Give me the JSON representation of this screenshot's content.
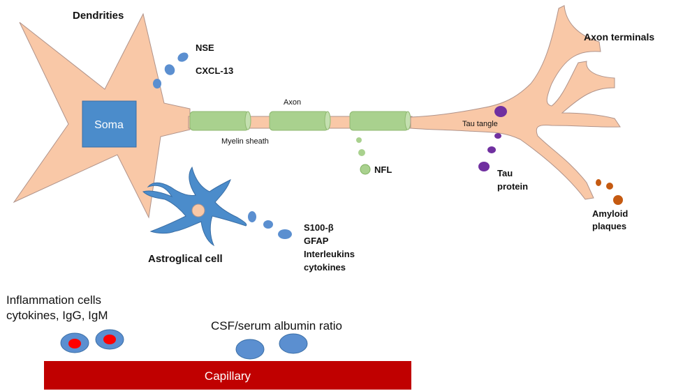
{
  "labels": {
    "dendrities": "Dendrities",
    "soma": "Soma",
    "nse": "NSE",
    "cxcl13": "CXCL-13",
    "axon": "Axon",
    "myelin_sheath": "Myelin sheath",
    "nfl": "NFL",
    "axon_terminals": "Axon terminals",
    "tau_tangle": "Tau tangle",
    "tau_protein_1": "Tau",
    "tau_protein_2": "protein",
    "amyloid_1": "Amyloid",
    "amyloid_2": "plaques",
    "astroglical_cell": "Astroglical cell",
    "s100b": "S100-β",
    "gfap": "GFAP",
    "interleukins": "Interleukins",
    "cytokines": "cytokines",
    "inflammation_1": "Inflammation cells",
    "inflammation_2": "cytokines, IgG, IgM",
    "csf_ratio": "CSF/serum albumin ratio",
    "capillary": "Capillary"
  },
  "colors": {
    "neuron": "#f9c8a7",
    "neuron_stroke": "#b0938a",
    "soma": "#4b8ccb",
    "myelin": "#a9d18e",
    "marker_blue": "#5b8fd0",
    "marker_green": "#a9d18e",
    "tau": "#7030a0",
    "amyloid": "#c55a11",
    "capillary": "#c00000",
    "inflammation_core": "#ff0000"
  }
}
